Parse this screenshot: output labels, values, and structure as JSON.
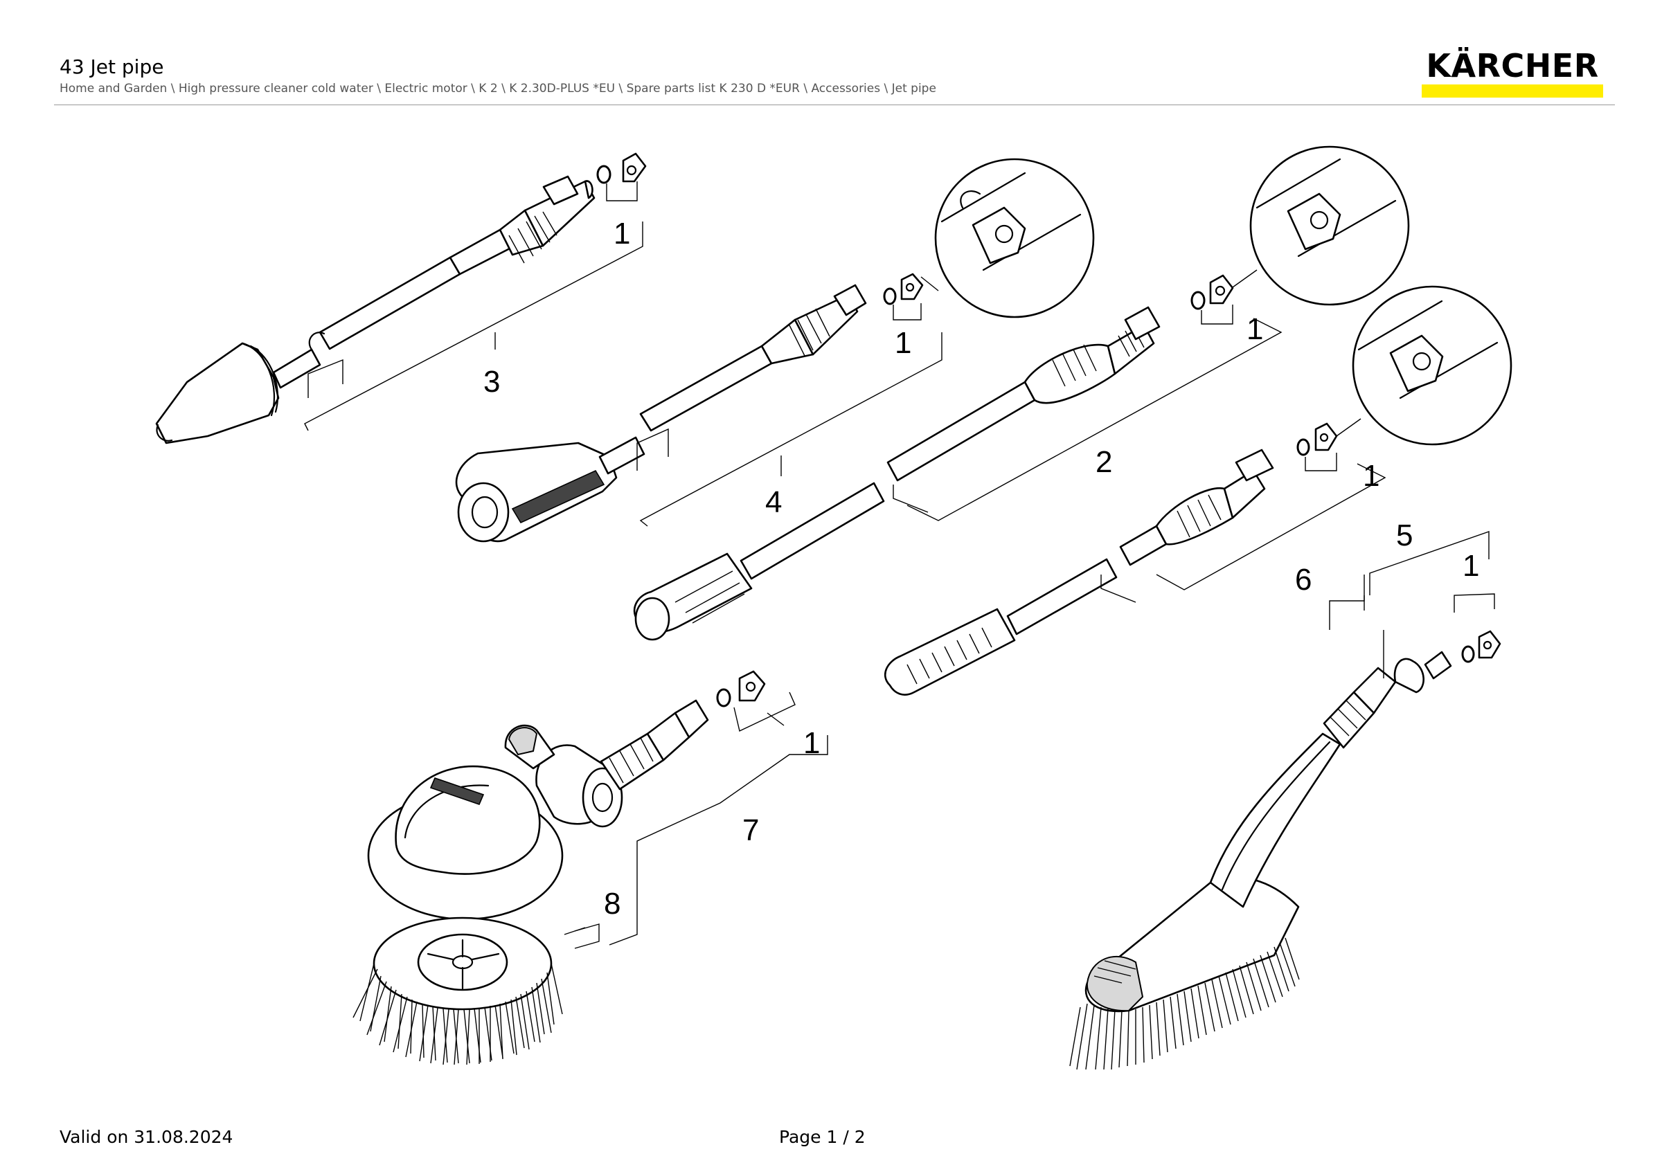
{
  "header": {
    "title": "43 Jet pipe",
    "breadcrumb": "Home and Garden \\ High pressure cleaner cold water \\ Electric motor \\ K 2 \\ K 2.30D-PLUS *EU \\ Spare parts list K 230 D *EUR \\ Accessories \\ Jet pipe"
  },
  "logo": {
    "text": "KÄRCHER",
    "bar_color": "#ffed00"
  },
  "callouts": {
    "c1a": "1",
    "c3": "3",
    "c1b": "1",
    "c4": "4",
    "c1c": "1",
    "c2": "2",
    "c1d": "1",
    "c6": "6",
    "c5": "5",
    "c1e": "1",
    "c1f": "1",
    "c7": "7",
    "c8": "8"
  },
  "footer": {
    "valid": "Valid on 31.08.2024",
    "page": "Page 1 / 2"
  }
}
